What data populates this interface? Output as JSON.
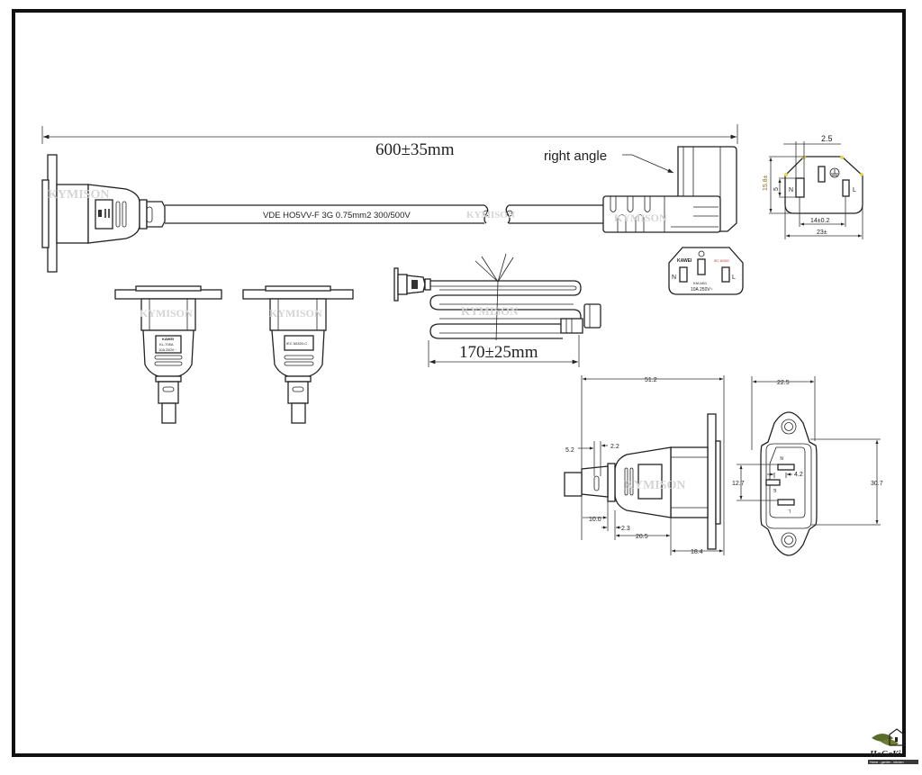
{
  "drawing": {
    "watermark": "KYMISON",
    "registered_mark": "®",
    "overall_length": "600±35mm",
    "coil_length": "170±25mm",
    "cable_marking": "VDE HO5VV-F 3G 0.75mm2   300/500V",
    "right_angle_label": "right angle"
  },
  "c13_face_dims": {
    "pin_offset": "2.5",
    "height": "15.8±",
    "pin_height": "5",
    "pin_spacing": "14±0.2",
    "width": "23±",
    "pin_n": "N",
    "pin_l": "L"
  },
  "c13_front": {
    "pin_n": "N",
    "pin_l": "L",
    "brand_mark": "KAWEI",
    "cert_mark": "IEC 60320",
    "model": "KM-M01",
    "rating": "10A 250V~"
  },
  "socket_views": {
    "label_a_line1": "KAWEI",
    "label_a_line2": "KL-705A",
    "label_a_line3": "10A 250V~",
    "label_b": "IEC 60320-C"
  },
  "side_view_dims": {
    "total_length": "51.2",
    "d_5_2": "5.2",
    "d_2_2": "2.2",
    "d_10_0": "10.0",
    "d_2_3": "2.3",
    "d_20_5": "20.5",
    "d_18_4": "18.4"
  },
  "panel_view_dims": {
    "width": "22.5",
    "height": "30.7",
    "pin_pitch": "12.7",
    "pin_gap": "4.2",
    "pin_n": "N",
    "pin_e": "E",
    "pin_l": "L"
  },
  "logo": {
    "name": "HoGaKi",
    "tagline": "Home - garden - kitchen",
    "colors": {
      "leaf": "#5a6b2a",
      "dark": "#222222"
    }
  }
}
